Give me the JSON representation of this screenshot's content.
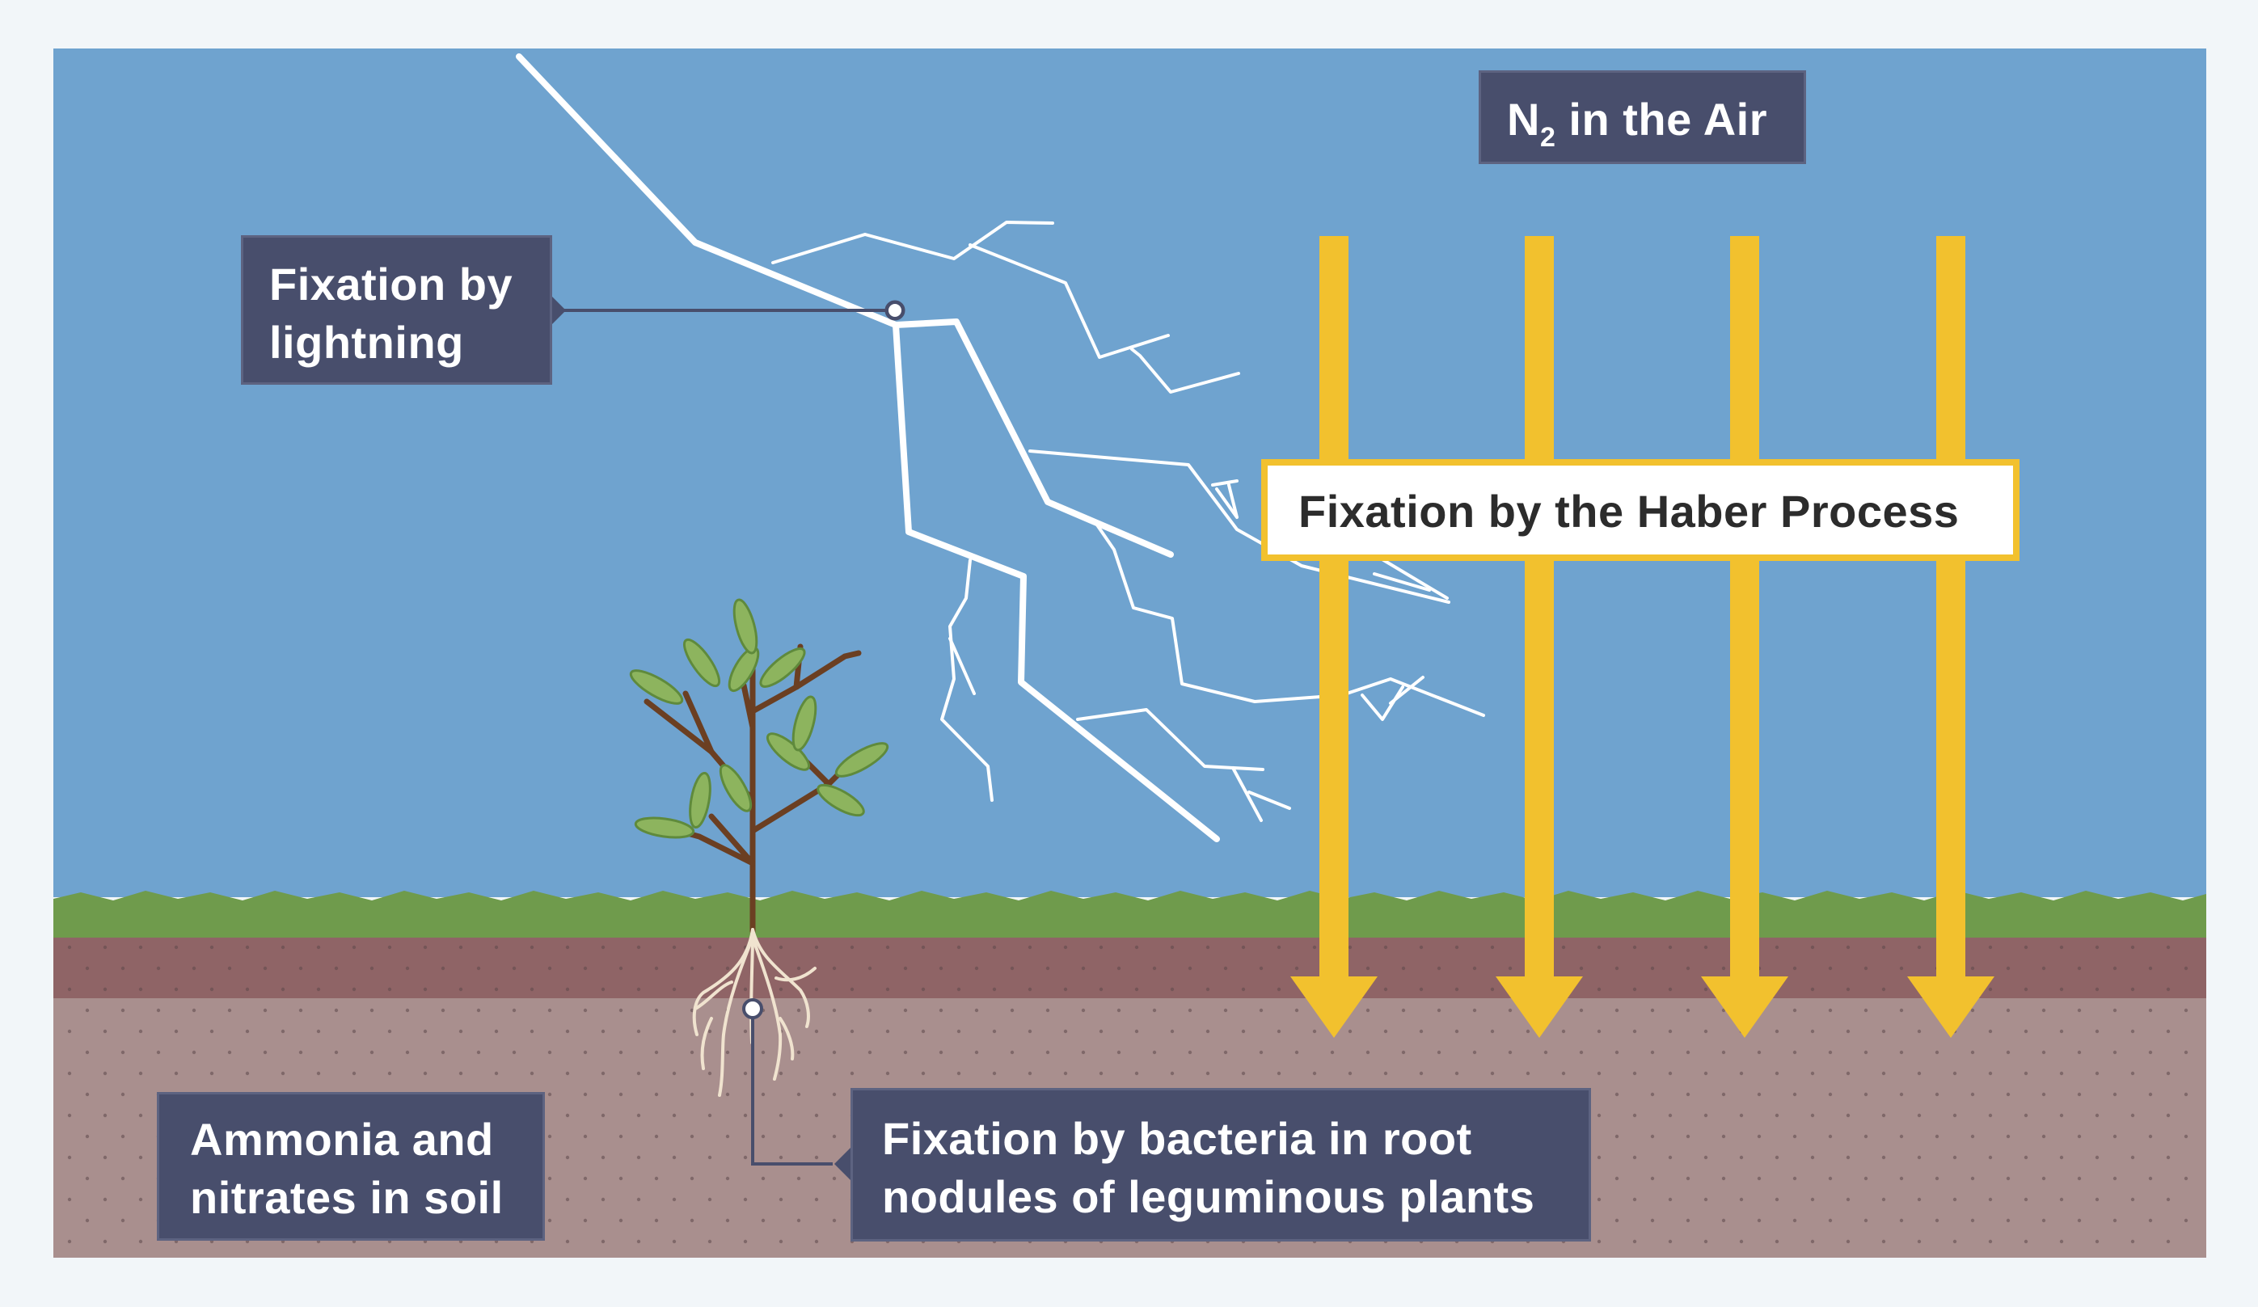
{
  "labels": {
    "n2_prefix": "N",
    "n2_subscript": "2",
    "n2_suffix": " in the Air",
    "lightning_line1": "Fixation by",
    "lightning_line2": "lightning",
    "haber": "Fixation by the Haber Process",
    "soil_line1": "Ammonia and",
    "soil_line2": "nitrates in soil",
    "bacteria_line1": "Fixation by bacteria in root",
    "bacteria_line2": "nodules of leguminous plants"
  },
  "colors": {
    "background": "#f2f6f9",
    "sky": "#6fa3cf",
    "grass": "#6f9b4c",
    "topsoil": "#8f6466",
    "subsoil": "#a98f8e",
    "label_box": "#484e6c",
    "arrow": "#f2c12e",
    "lightning": "#ffffff",
    "stem": "#6b3f22",
    "leaf": "#8db45e",
    "root": "#f0e3cf"
  },
  "icons": {
    "lightning": "lightning-bolt-icon",
    "plant": "plant-icon",
    "arrow": "down-arrow-icon"
  }
}
